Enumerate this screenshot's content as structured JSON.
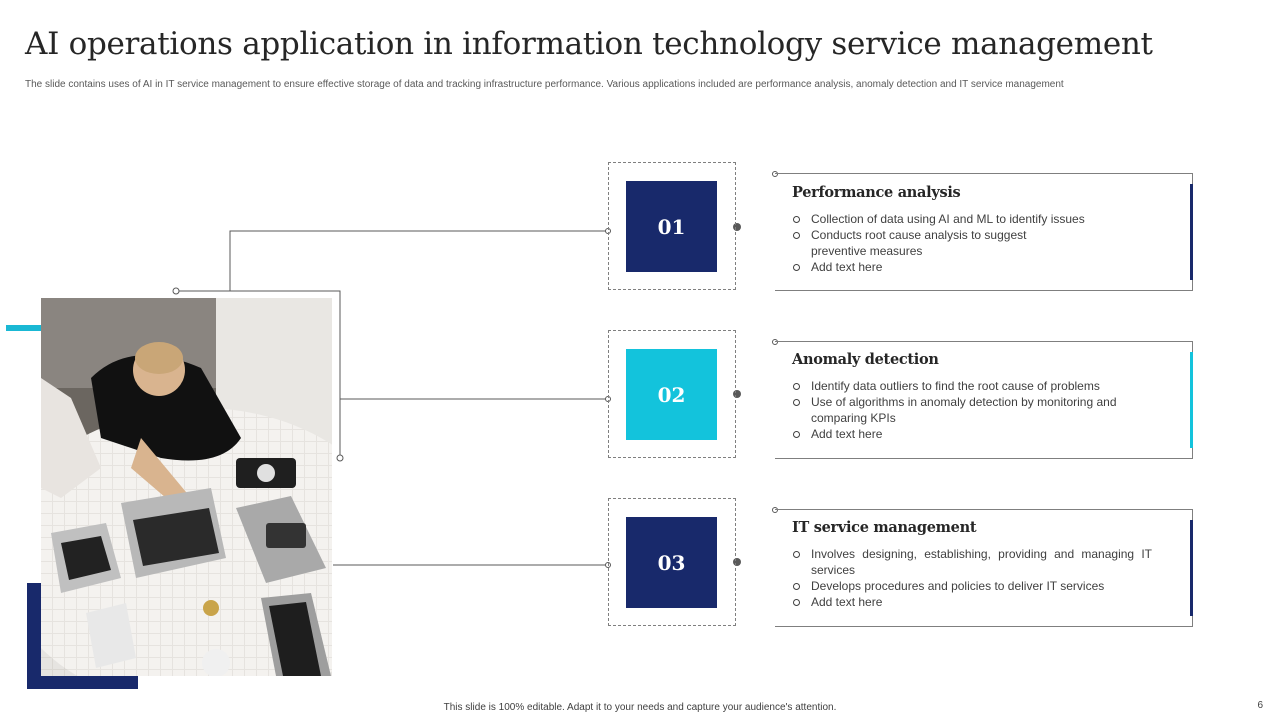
{
  "title": "AI operations application in information technology service management",
  "subtitle": "The slide contains uses of AI in IT service management to ensure effective storage of data and tracking infrastructure performance. Various applications included are performance analysis, anomaly detection and IT service management",
  "footer": "This slide is 100% editable.  Adapt it to your needs and capture your audience's attention.",
  "page_number": "6",
  "colors": {
    "navy": "#18296b",
    "cyan": "#13c3dc",
    "border": "#7f7f7f"
  },
  "photo": {
    "icon": "team-laptops-photo"
  },
  "items": [
    {
      "number": "01",
      "color": "#18296b",
      "title": "Performance analysis",
      "bullets": [
        "Collection of data using AI and ML to identify issues",
        "Conducts root cause analysis to suggest preventive   measures",
        "Add text here"
      ]
    },
    {
      "number": "02",
      "color": "#13c3dc",
      "title": "Anomaly detection",
      "bullets": [
        "Identify data outliers to find the root cause of problems",
        "Use of algorithms in anomaly detection by monitoring and comparing KPIs",
        "Add text here"
      ]
    },
    {
      "number": "03",
      "color": "#18296b",
      "title": "IT service management",
      "bullets": [
        "Involves  designing,  establishing,  providing  and  managing IT services",
        "Develops  procedures  and  policies to deliver  IT  services",
        "Add text here"
      ]
    }
  ]
}
